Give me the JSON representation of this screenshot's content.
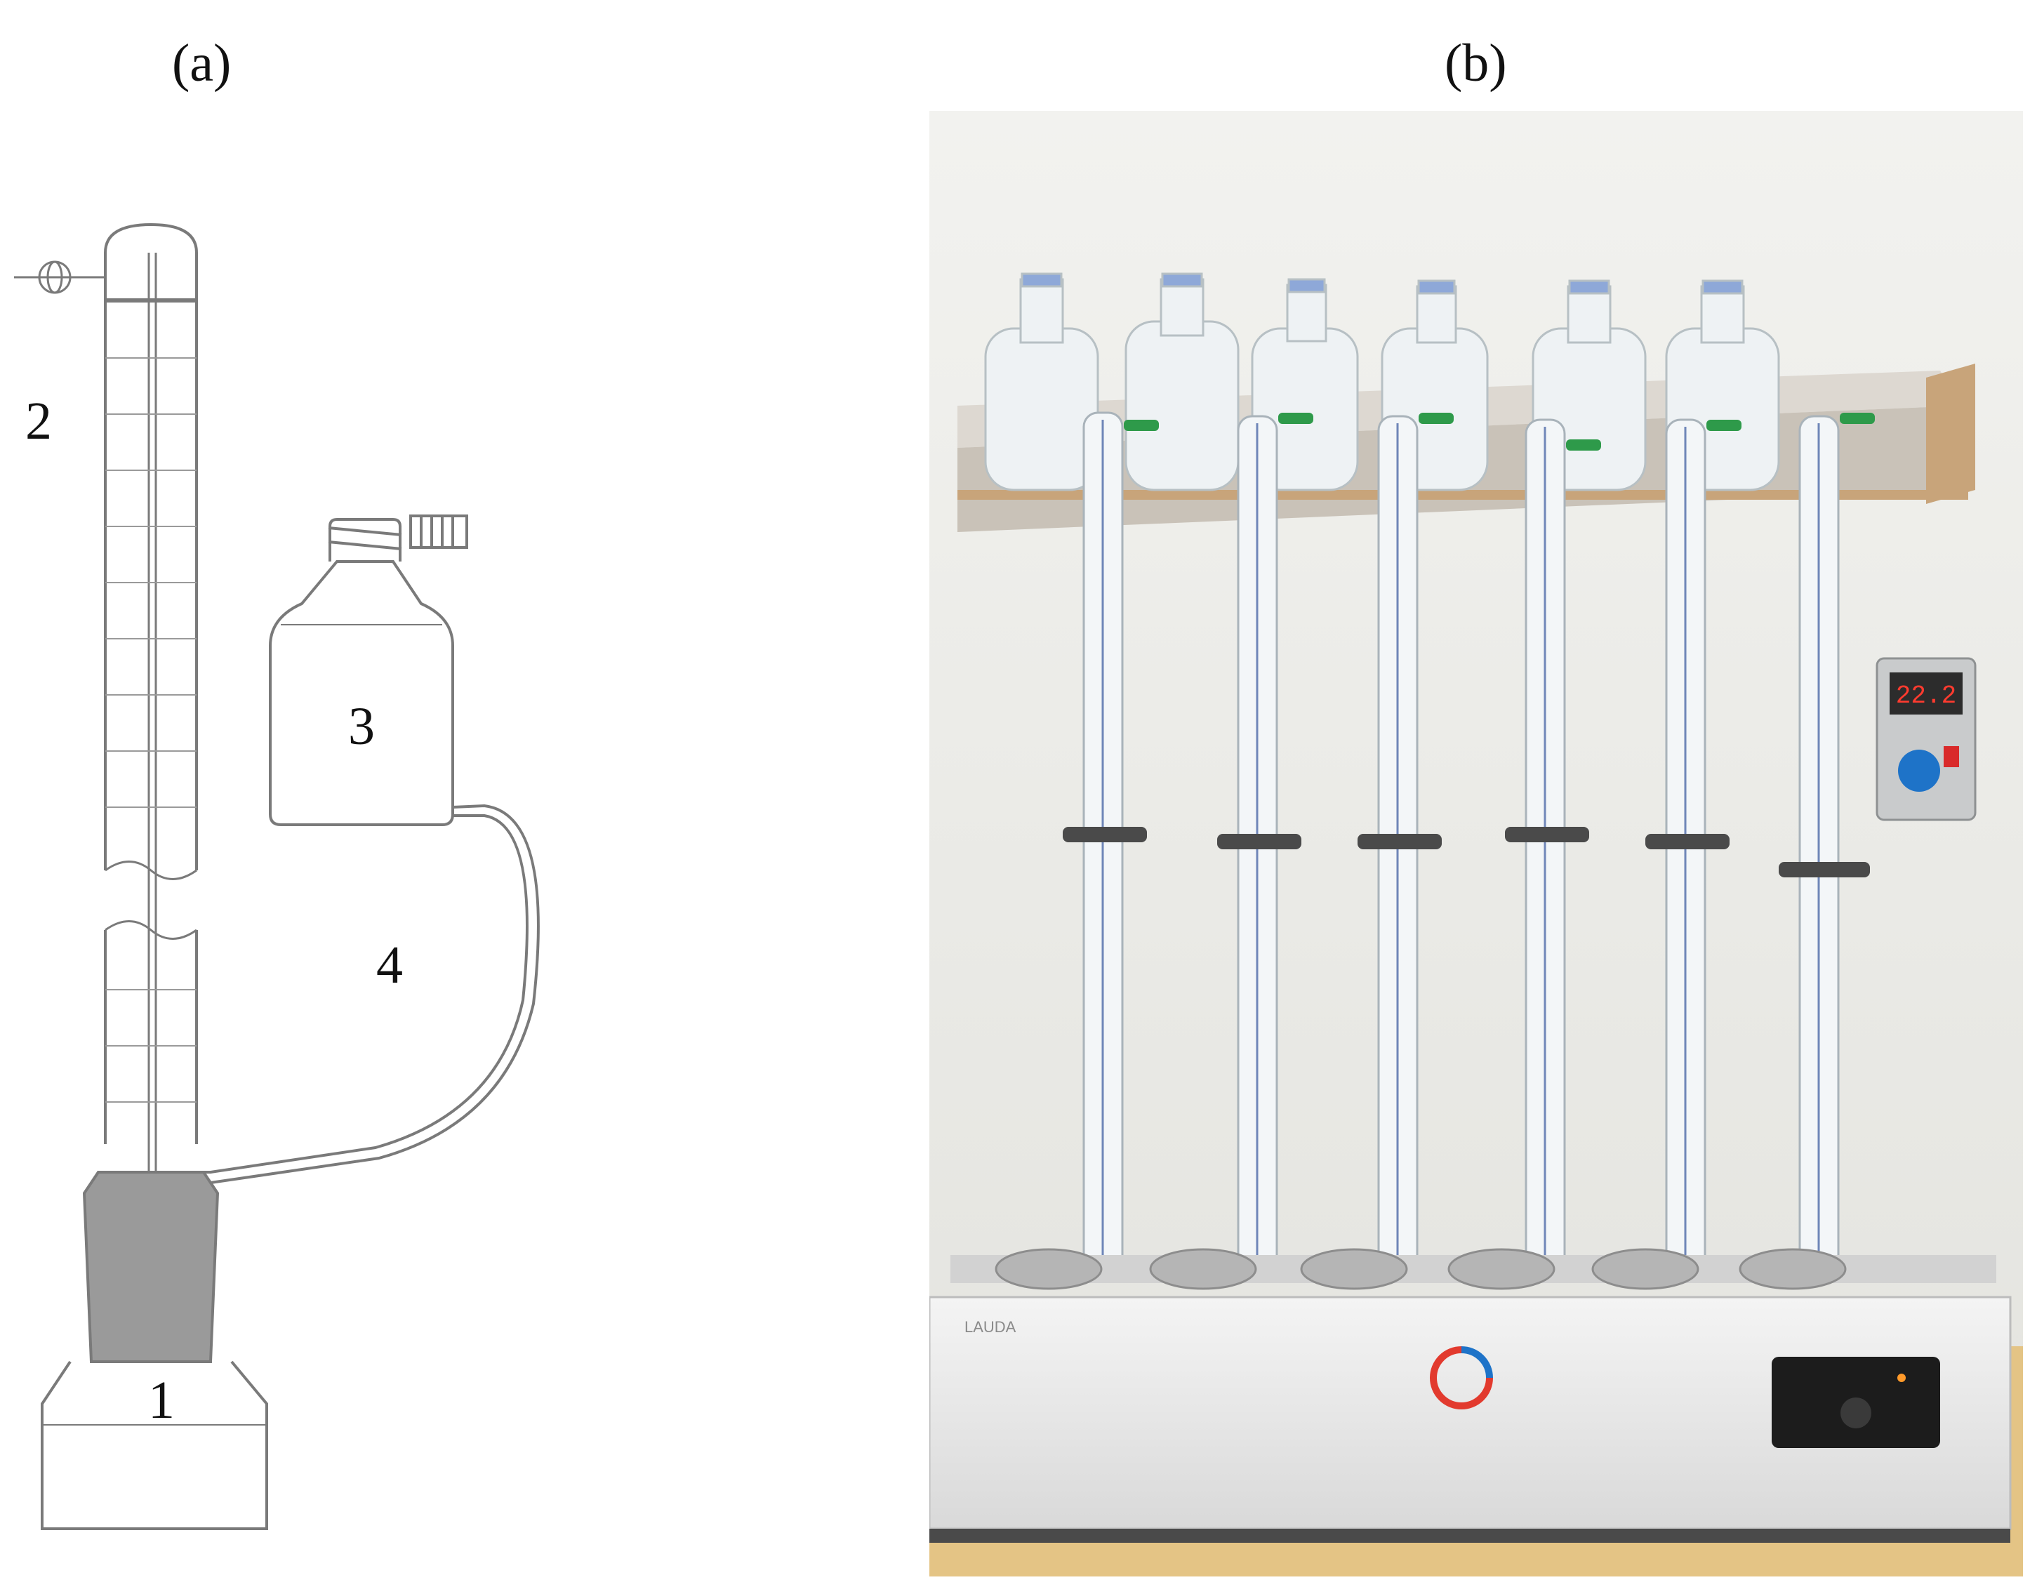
{
  "figure": {
    "panel_a": {
      "label": "(a)"
    },
    "panel_b": {
      "label": "(b)"
    }
  },
  "diagram": {
    "parts": [
      {
        "number": "1",
        "name": "bottom flask"
      },
      {
        "number": "2",
        "name": "graduated column"
      },
      {
        "number": "3",
        "name": "reservoir bottle"
      },
      {
        "number": "4",
        "name": "connecting tube"
      }
    ]
  },
  "photo": {
    "bath_brand": "LAUDA",
    "controller_display": "22.2"
  },
  "colors": {
    "line": "#7a7a7a",
    "stopper": "#9a9a9a",
    "wall": "#ebebe8",
    "shelf": "#c8a47a",
    "cap_green": "#2e9a4a",
    "bath_body": "#eeeeee",
    "logo_red": "#e23a2e",
    "logo_blue": "#1e73c8"
  }
}
